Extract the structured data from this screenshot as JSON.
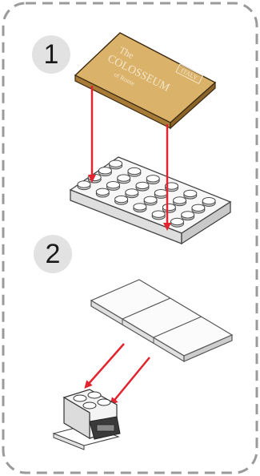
{
  "steps": [
    {
      "number": "1"
    },
    {
      "number": "2"
    }
  ],
  "tile": {
    "line1": "The",
    "line2": "COLOSSEUM",
    "line3": "of Rome",
    "tag": "ITALY"
  },
  "colors": {
    "frame": "#9a9a9a",
    "badge": "#e2e2e2",
    "tile": "#d9ae63",
    "tile_edge": "#a77a37",
    "arrow": "#e3232d",
    "brick_outline": "#555555"
  },
  "icons": [
    "gold-printed-tile",
    "white-plate-4x6",
    "white-tile-set-3x",
    "white-bracket-piece",
    "red-arrow"
  ]
}
